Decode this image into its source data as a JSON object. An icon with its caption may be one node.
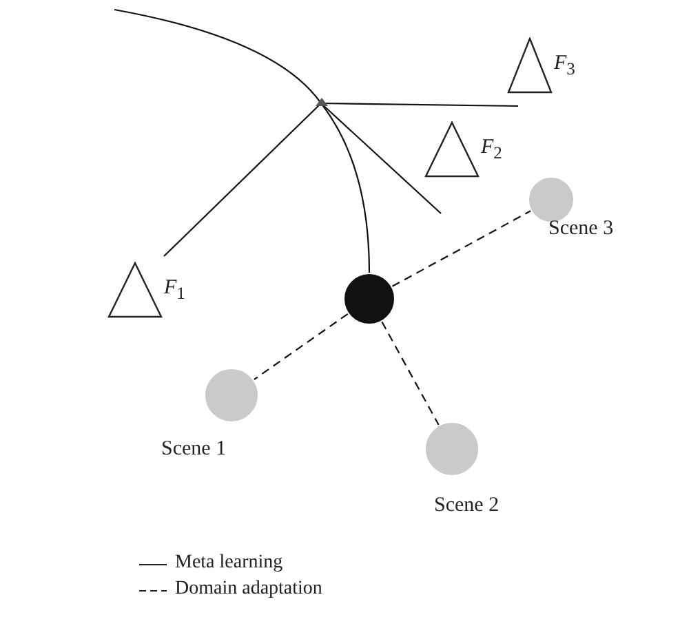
{
  "diagram": {
    "nodes": [
      {
        "text": [],
        "shape": "triangle"
      },
      {
        "text": [
          "*F*$_{3}$"
        ]
      },
      {
        "text": [
          "*F*$_{2}$"
        ]
      },
      {
        "text": [
          "Scene 3"
        ]
      },
      {
        "text": [
          "*F*$_{1}$"
        ]
      },
      {
        "text": [],
        "shape": "circle"
      },
      {
        "text": [
          "Scene 1"
        ]
      },
      {
        "text": [
          "Scene 2"
        ]
      }
    ],
    "edges": [
      {
        "from": null,
        "to": 0,
        "arrow": "none"
      },
      {
        "from": 0,
        "to": 5,
        "arrow": "none"
      },
      {
        "from": 0,
        "to": 4,
        "arrow": "none"
      },
      {
        "from": 0,
        "to": 1,
        "arrow": "none"
      },
      {
        "from": 0,
        "to": 2,
        "arrow": "none"
      },
      {
        "from": 5,
        "to": 3,
        "arrow": "none",
        "style": "dashed"
      },
      {
        "from": 5,
        "to": 6,
        "arrow": "none",
        "style": "dashed"
      },
      {
        "from": 5,
        "to": 7,
        "arrow": "none",
        "style": "dashed"
      }
    ],
    "legend": [
      {
        "text": "Meta learning"
      },
      {
        "text": "Domain adaptation"
      }
    ]
  }
}
